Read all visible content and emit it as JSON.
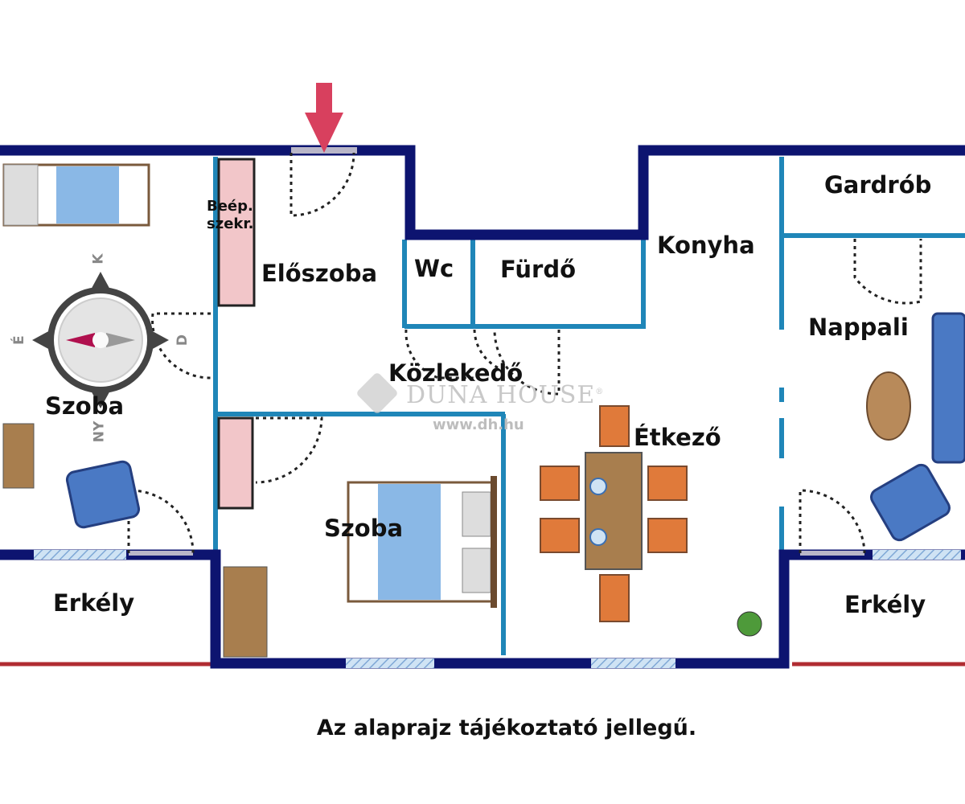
{
  "rooms": {
    "szoba_left": "Szoba",
    "beep_szekr": "Beép.\nszekr.",
    "beep_line1": "Beép.",
    "beep_line2": "szekr.",
    "eloszoba": "Előszoba",
    "wc": "Wc",
    "furdo": "Fürdő",
    "konyha": "Konyha",
    "gardrob": "Gardrób",
    "nappali": "Nappali",
    "kozlekedo": "Közlekedő",
    "etkezo": "Étkező",
    "szoba_center": "Szoba",
    "erkely_left": "Erkély",
    "erkely_right": "Erkély"
  },
  "compass": {
    "north": "K",
    "west": "É",
    "east": "D",
    "south": "NY"
  },
  "watermark": {
    "brand": "DUNA HOUSE",
    "registered": "®",
    "url": "www.dh.hu"
  },
  "caption": "Az alaprajz tájékoztató jellegű.",
  "colors": {
    "outer_wall": "#0d1470",
    "inner_wall": "#1f86b8",
    "balcony_rail": "#b02c32",
    "entry_arrow": "#d8405e"
  }
}
